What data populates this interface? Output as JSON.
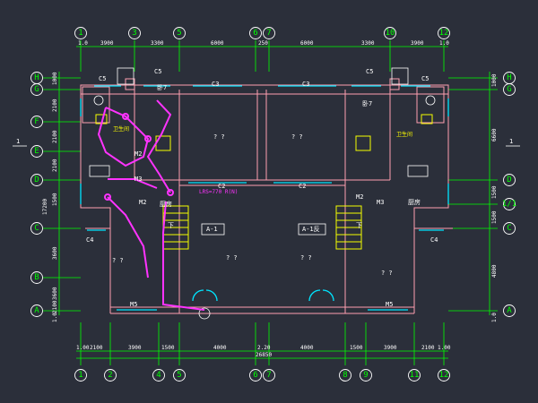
{
  "colors": {
    "background": "#2b2f3a",
    "grid_line": "#00ff00",
    "bubble_text": "#00ff00",
    "wall": "#ff9fb0",
    "window": "#00e5ff",
    "pipe": "#ff33ff",
    "stair": "#f5ff00",
    "text": "#ffffff"
  },
  "grid": {
    "columns_top": [
      "1",
      "3",
      "5",
      "6",
      "7",
      "10",
      "12"
    ],
    "columns_bottom": [
      "1",
      "2",
      "4",
      "5",
      "6",
      "7",
      "8",
      "9",
      "11",
      "12"
    ],
    "rows": [
      "H",
      "G",
      "F",
      "E",
      "D",
      "C",
      "B",
      "A"
    ],
    "rows_right": [
      "H",
      "G",
      "D",
      "1/1",
      "C",
      "A"
    ]
  },
  "dimensions": {
    "top": [
      "1.0",
      "3900",
      "3300",
      "6000",
      "250",
      "6000",
      "3300",
      "3900",
      "1.0"
    ],
    "bottom": [
      "1.00",
      "2100",
      "3900",
      "1500",
      "4000",
      "2.20",
      "4000",
      "1500",
      "3900",
      "2100",
      "1.00"
    ],
    "bottom_total": "26850",
    "left": [
      "1000",
      "2100",
      "2100",
      "2100",
      "1500",
      "3600",
      "3600",
      "2100",
      "1.0"
    ],
    "left_total": "17200",
    "right": [
      "1000",
      "6600",
      "1500",
      "1500",
      "4800",
      "1.0"
    ]
  },
  "section_marks": [
    "1",
    "1"
  ],
  "windows": [
    "C5",
    "C5",
    "C3",
    "C3",
    "C5",
    "C5",
    "C2",
    "C2",
    "C4",
    "C4",
    "M5",
    "M5"
  ],
  "units": [
    "A-1",
    "A-1反"
  ],
  "rooms": {
    "q": "? ?",
    "kitchen": "厨房",
    "stair_down": "下",
    "bath": "卫生间",
    "m2": "M2",
    "m3": "M3",
    "room7": "卧7"
  },
  "annotation": "LRS=770 R(N)"
}
